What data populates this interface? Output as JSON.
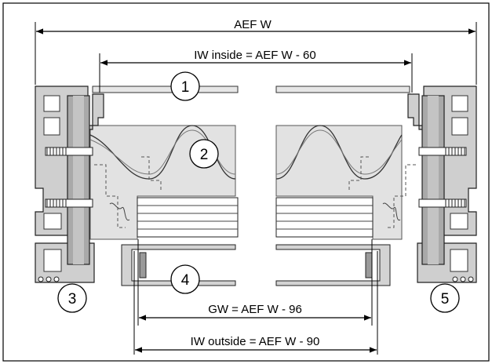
{
  "dimensions": {
    "aef_w": "AEF W",
    "iw_inside": "IW inside = AEF W - 60",
    "gw": "GW = AEF W - 96",
    "iw_outside": "IW outside = AEF W - 90"
  },
  "callouts": [
    "1",
    "2",
    "3",
    "4",
    "5"
  ],
  "colors": {
    "frame": "#c8c8c8",
    "frame_dark": "#9a9a9a",
    "glass": "#d8d8d8",
    "fill": "#e2e2e2",
    "line": "#000000"
  }
}
